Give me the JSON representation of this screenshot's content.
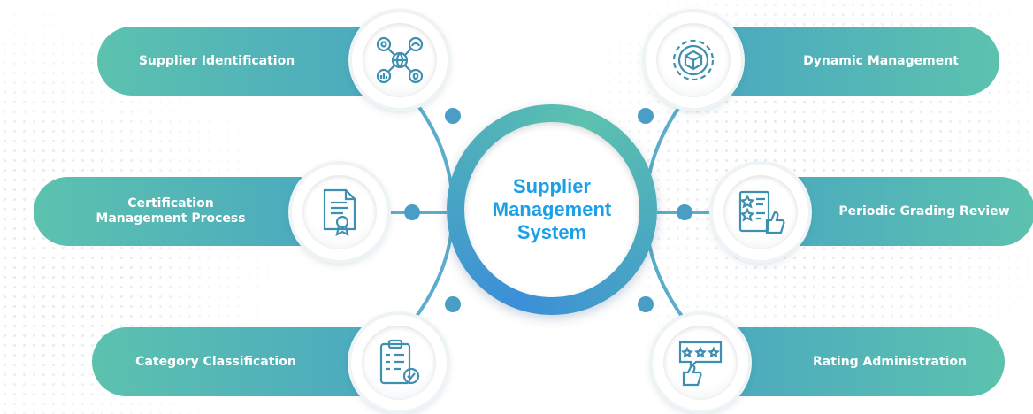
{
  "center": {
    "title": "Supplier\nManagement\nSystem"
  },
  "items": [
    {
      "label": "Supplier Identification",
      "icon": "network-globe-icon"
    },
    {
      "label": "Certification\nManagement Process",
      "icon": "certificate-document-icon"
    },
    {
      "label": "Category Classification",
      "icon": "clipboard-checklist-icon"
    },
    {
      "label": "Dynamic Management",
      "icon": "cycle-box-icon"
    },
    {
      "label": "Periodic Grading Review",
      "icon": "rating-checklist-thumb-icon"
    },
    {
      "label": "Rating Administration",
      "icon": "star-review-thumb-icon"
    }
  ],
  "colors": {
    "pill_start": "#5cc2ae",
    "pill_end": "#4aa8c0",
    "center_text": "#1aa0e8",
    "icon_stroke": "#3f8fb0",
    "connector": "#5aaecb"
  }
}
